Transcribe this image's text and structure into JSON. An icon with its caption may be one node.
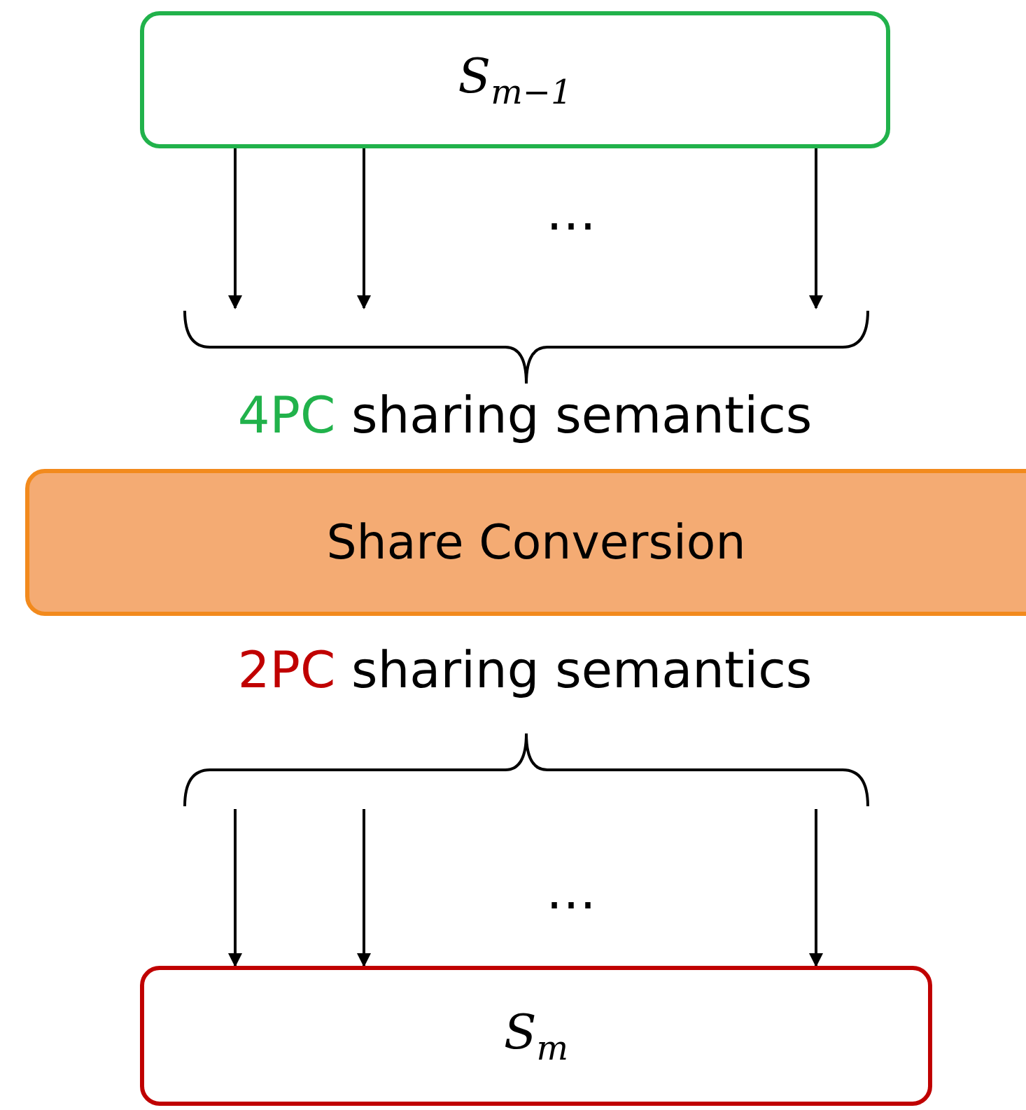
{
  "diagram": {
    "nodes": [
      {
        "text": [
          "S$_{m−1}$"
        ]
      },
      {
        "text": [],
        "shape": "brace"
      },
      {
        "text": [
          "Share Conversion"
        ]
      },
      {
        "text": [],
        "shape": "brace"
      },
      {
        "text": [
          "S$_{m}$"
        ]
      }
    ],
    "edges": [
      {
        "from": 0,
        "to": 1,
        "arrow": "to"
      },
      {
        "from": 0,
        "to": 1,
        "arrow": "to"
      },
      {
        "from": 0,
        "to": 1,
        "arrow": "to"
      },
      {
        "from": 3,
        "to": 4,
        "arrow": "to"
      },
      {
        "from": 3,
        "to": 4,
        "arrow": "to"
      },
      {
        "from": 3,
        "to": 4,
        "arrow": "to"
      }
    ],
    "labels": [
      "…",
      "4PC sharing semantics",
      "2PC sharing semantics",
      "…"
    ]
  }
}
